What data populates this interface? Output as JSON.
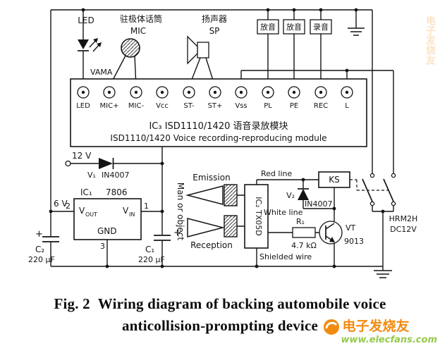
{
  "colors": {
    "watermark_orange": "#F08300",
    "watermark_green": "#8CC63E",
    "line": "#141414"
  },
  "top": {
    "led": "LED",
    "vama": "VAMA",
    "mic_cn": "驻极体话筒",
    "mic": "MIC",
    "spk_cn": "扬声器",
    "spk": "SP",
    "btn1": "放音",
    "btn2": "放音",
    "btn3": "录音"
  },
  "ic3": {
    "pins": [
      "LED",
      "MIC+",
      "MIC-",
      "Vcc",
      "ST-",
      "ST+",
      "Vss",
      "PL",
      "PE",
      "REC",
      "L"
    ],
    "title_cn": "IC₃ ISD1110/1420 语音录放模块",
    "title_en": "ISD1110/1420 Voice recording-reproducing module"
  },
  "power": {
    "v12": "12 V",
    "v6": "6 V",
    "d1": "V₁",
    "d1_part": "IN4007",
    "ic1": "IC₁",
    "ic1_part": "7806",
    "v": "V",
    "vout_sub": "OUT",
    "vin_sub": "IN",
    "gnd": "GND",
    "pin1": "1",
    "pin2": "2",
    "pin3": "3",
    "c2": "C₂",
    "c2_val": "220 μF",
    "c1": "C₁",
    "c1_val": "220 μF",
    "plus": "+"
  },
  "ultrasonic": {
    "emission": "Emission",
    "reception": "Reception",
    "object": "Man or object",
    "ic2": "IC₂ TX05D",
    "red": "Red line",
    "white": "White line",
    "shield": "Shielded wire"
  },
  "output": {
    "d2": "V₂",
    "d2_part": "IN4007",
    "r1": "R₁",
    "r1_val": "4.7 kΩ",
    "vt": "VT",
    "vt_part": "9013",
    "ks": "KS",
    "relay_model": "HRM2H",
    "relay_volt": "DC12V"
  },
  "caption": {
    "line1": "Fig. 2  Wiring diagram of backing automobile voice",
    "line2": "anticollision-prompting device"
  },
  "watermark": {
    "brand": "电子发烧友",
    "site": "www.elecfans.com"
  }
}
